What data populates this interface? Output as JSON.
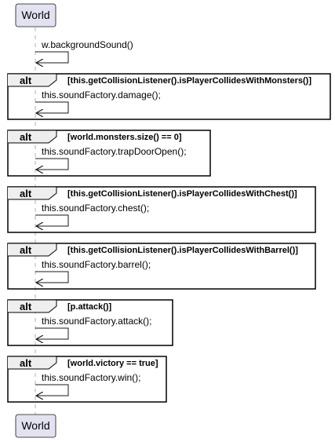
{
  "participant": {
    "name": "World"
  },
  "top_message": {
    "label": "w.backgroundSound()"
  },
  "fragments": [
    {
      "keyword": "alt",
      "guard": "[this.getCollisionListener().isPlayerCollidesWithMonsters()]",
      "message": "this.soundFactory.damage();"
    },
    {
      "keyword": "alt",
      "guard": "[world.monsters.size() == 0]",
      "message": "this.soundFactory.trapDoorOpen();"
    },
    {
      "keyword": "alt",
      "guard": "[this.getCollisionListener().isPlayerCollidesWithChest()]",
      "message": "this.soundFactory.chest();"
    },
    {
      "keyword": "alt",
      "guard": "[this.getCollisionListener().isPlayerCollidesWithBarrel()]",
      "message": "this.soundFactory.barrel();"
    },
    {
      "keyword": "alt",
      "guard": "[p.attack()]",
      "message": "this.soundFactory.attack();"
    },
    {
      "keyword": "alt",
      "guard": "[world.victory == true]",
      "message": "this.soundFactory.win();"
    }
  ],
  "colors": {
    "participant_fill": "#e2e2f0",
    "participant_border": "#181818",
    "lifeline": "#b0b0b0"
  }
}
